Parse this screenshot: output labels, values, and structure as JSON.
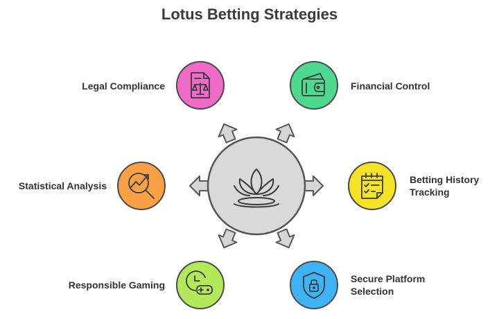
{
  "title": "Lotus Betting Strategies",
  "center": {
    "icon": "lotus-icon",
    "fill": "#d9d9d9"
  },
  "nodes": [
    {
      "id": "legal",
      "line1": "Legal Compliance",
      "line2": "",
      "icon": "legal-document-scale-icon",
      "color": "#f06bc8"
    },
    {
      "id": "financial",
      "line1": "Financial Control",
      "line2": "",
      "icon": "wallet-icon",
      "color": "#4dd98f"
    },
    {
      "id": "statistical",
      "line1": "Statistical Analysis",
      "line2": "",
      "icon": "magnifier-chart-icon",
      "color": "#f7a046"
    },
    {
      "id": "history",
      "line1": "Betting History",
      "line2": "Tracking",
      "icon": "calendar-checklist-icon",
      "color": "#f5e32a"
    },
    {
      "id": "responsible",
      "line1": "Responsible Gaming",
      "line2": "",
      "icon": "clock-gamepad-icon",
      "color": "#b2e85a"
    },
    {
      "id": "secure",
      "line1": "Secure Platform",
      "line2": "Selection",
      "icon": "shield-lock-icon",
      "color": "#3fb3f5"
    }
  ]
}
